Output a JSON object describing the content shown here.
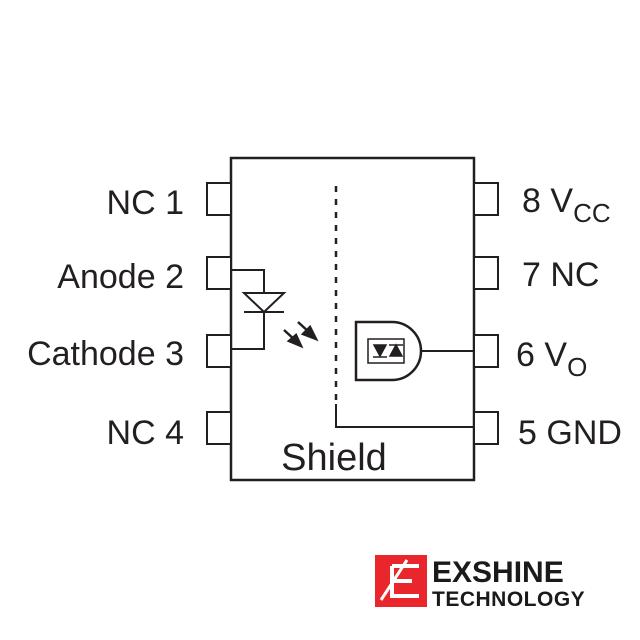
{
  "pins_left": [
    {
      "name": "NC",
      "number": "1"
    },
    {
      "name": "Anode",
      "number": "2"
    },
    {
      "name": "Cathode",
      "number": "3"
    },
    {
      "name": "NC",
      "number": "4"
    }
  ],
  "pins_right": {
    "pin8": {
      "number": "8",
      "name": "V",
      "sub": "CC"
    },
    "pin7": {
      "number": "7",
      "name": "NC"
    },
    "pin6": {
      "number": "6",
      "name": "V",
      "sub": "O"
    },
    "pin5": {
      "number": "5",
      "name": "GND"
    }
  },
  "shield_label": "Shield",
  "logo": {
    "line1": "EXSHINE",
    "line2": "TECHNOLOGY",
    "brand_color": "#e8262b"
  },
  "colors": {
    "ink": "#231f20"
  }
}
